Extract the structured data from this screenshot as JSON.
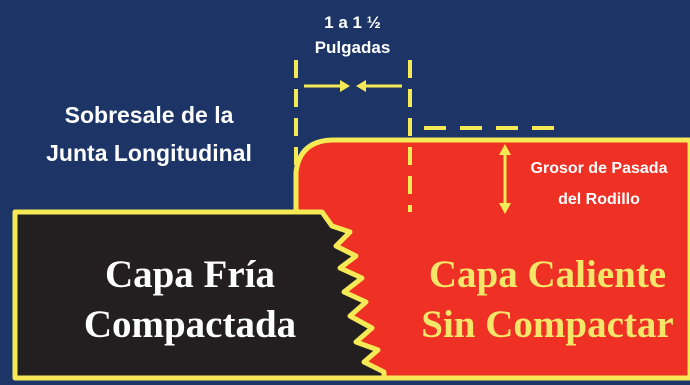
{
  "colors": {
    "background": "#1c3566",
    "cold_layer": "#231f20",
    "hot_layer": "#ee3124",
    "outline": "#f5ea55",
    "label_text": "#ffffff",
    "hot_text": "#f5e66a"
  },
  "labels": {
    "measurement_line1": "1 a 1 ½",
    "measurement_line2": "Pulgadas",
    "overhang_line1": "Sobresale de la",
    "overhang_line2": "Junta Longitudinal",
    "thickness_line1": "Grosor de Pasada",
    "thickness_line2": "del Rodillo",
    "cold_line1": "Capa Fría",
    "cold_line2": "Compactada",
    "hot_line1": "Capa Caliente",
    "hot_line2": "Sin Compactar"
  }
}
